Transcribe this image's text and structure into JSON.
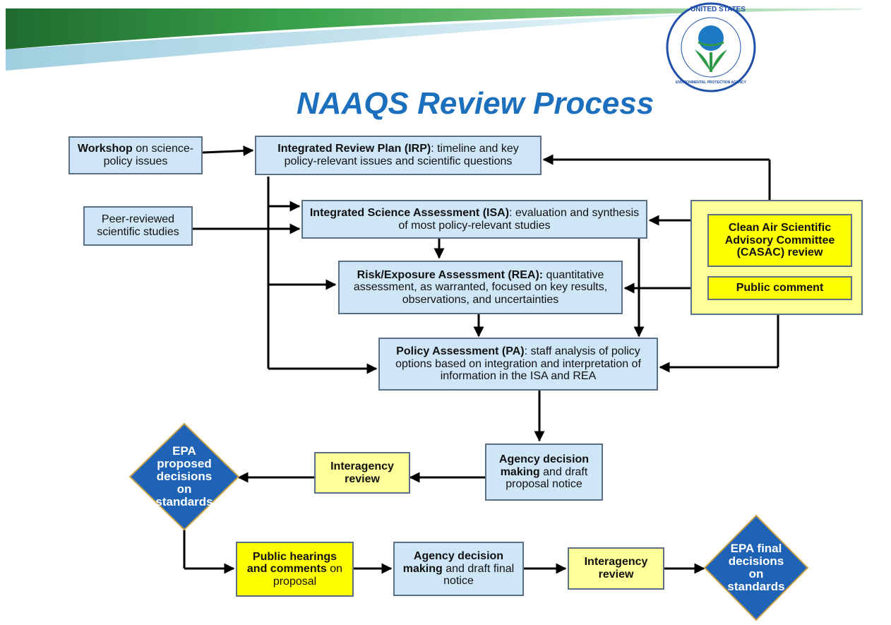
{
  "title": "NAAQS Review Process",
  "logo": {
    "line1": "UNITED STATES",
    "line2": "ENVIRONMENTAL PROTECTION AGENCY"
  },
  "colors": {
    "box_blue": "#cfe6f7",
    "box_yellow_light": "#ffff99",
    "box_yellow": "#ffff00",
    "diamond": "#1f63b6",
    "title": "#1c6fbc",
    "header_green": "#2e9a45"
  },
  "boxes": {
    "workshop": {
      "bold": "Workshop",
      "rest": " on science-policy issues"
    },
    "irp": {
      "bold": "Integrated Review Plan (IRP)",
      "rest": ":  timeline and key policy-relevant issues and scientific questions"
    },
    "peer": {
      "text": "Peer-reviewed scientific studies"
    },
    "isa": {
      "bold": "Integrated Science Assessment (ISA)",
      "rest": ": evaluation and synthesis of most policy-relevant studies"
    },
    "rea": {
      "bold": "Risk/Exposure Assessment (REA):",
      "rest": " quantitative assessment, as warranted, focused on key results, observations, and uncertainties"
    },
    "pa": {
      "bold": "Policy Assessment (PA)",
      "rest": ":  staff analysis of policy options based on integration and interpretation of information in the ISA and REA"
    },
    "casac": {
      "text": "Clean Air Scientific Advisory Committee (CASAC) review"
    },
    "public_comment": {
      "text": "Public comment"
    },
    "agency_draft_proposal": {
      "bold": "Agency decision making",
      "rest": " and draft proposal notice"
    },
    "interagency_1": {
      "text": "Interagency review"
    },
    "epa_proposed": {
      "text": "EPA proposed decisions on standards"
    },
    "public_hearings": {
      "bold": "Public hearings and comments",
      "rest": " on proposal"
    },
    "agency_draft_final": {
      "bold": "Agency decision making",
      "rest": " and draft final notice"
    },
    "interagency_2": {
      "text": "Interagency review"
    },
    "epa_final": {
      "text": "EPA final decisions on standards"
    }
  }
}
